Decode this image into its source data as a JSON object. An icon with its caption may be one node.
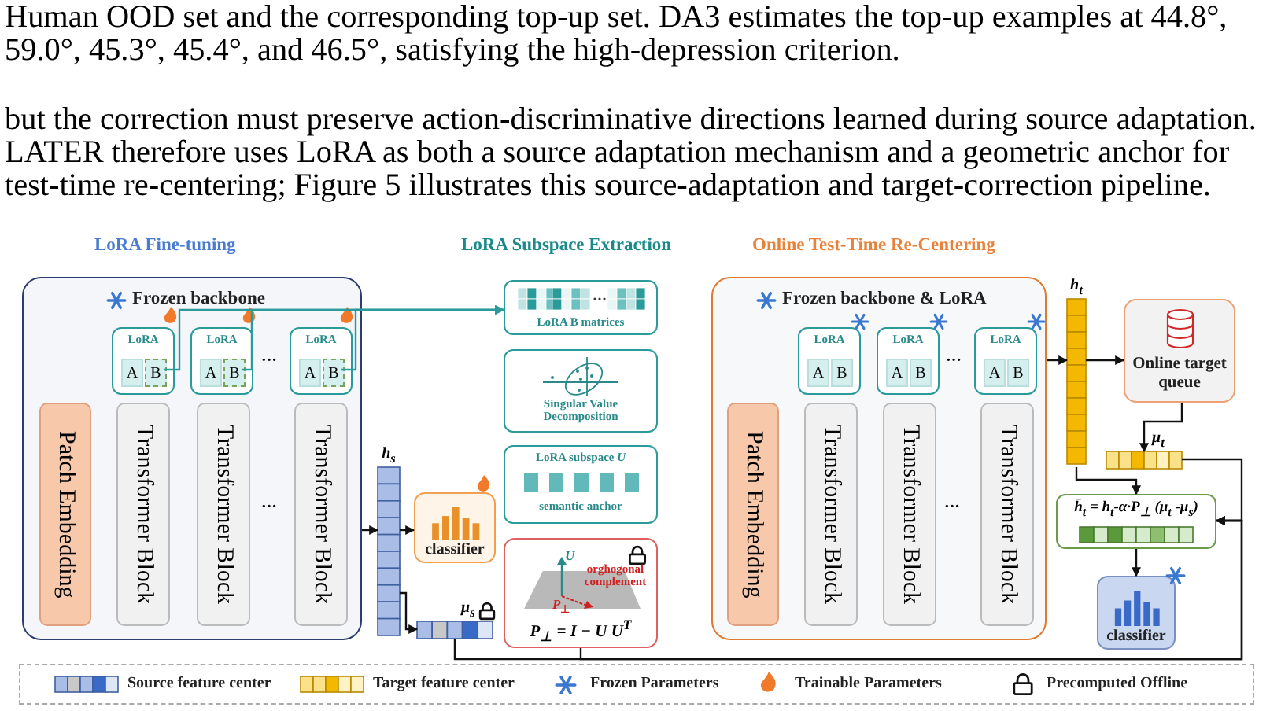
{
  "diagram": {
    "nodes": [
      {
        "text": [
          "Frozen backbone"
        ]
      },
      {
        "text": [
          "Patch Embedding"
        ],
        "in": 0
      },
      {
        "text": [
          "LoRA"
        ],
        "in": 0
      },
      {
        "text": [
          "A"
        ],
        "in": 2
      },
      {
        "text": [
          "B"
        ],
        "in": 2
      },
      {
        "text": [
          "LoRA"
        ],
        "in": 0
      },
      {
        "text": [
          "A"
        ],
        "in": 5
      },
      {
        "text": [
          "B"
        ],
        "in": 5
      },
      {
        "text": [
          "LoRA"
        ],
        "in": 0
      },
      {
        "text": [
          "A"
        ],
        "in": 8
      },
      {
        "text": [
          "B"
        ],
        "in": 8
      },
      {
        "text": [
          "Transformer Block"
        ],
        "in": 0
      },
      {
        "text": [
          "Transformer Block"
        ],
        "in": 0
      },
      {
        "text": [
          "Transformer Block"
        ],
        "in": 0
      },
      {
        "text": [
          "h$_{s}$"
        ]
      },
      {
        "text": [
          "classifier"
        ]
      },
      {
        "text": [
          "μ$_{s}$"
        ]
      },
      {
        "text": [
          "LoRA B matrices"
        ]
      },
      {
        "text": [
          "Singular Value Decomposition"
        ]
      },
      {
        "text": [
          "LoRA subspace *U*",
          "semantic anchor"
        ]
      },
      {
        "text": [
          "*U*",
          "orghogonal complement",
          "*P*$_{⊥}$",
          "*P*$_{⊥}$ = *I* − *U U*$^{T}$"
        ]
      },
      {
        "text": [
          "Frozen backbone & LoRA"
        ]
      },
      {
        "text": [
          "Patch Embedding"
        ],
        "in": 21
      },
      {
        "text": [
          "LoRA"
        ],
        "in": 21
      },
      {
        "text": [
          "A"
        ],
        "in": 23
      },
      {
        "text": [
          "B"
        ],
        "in": 23
      },
      {
        "text": [
          "LoRA"
        ],
        "in": 21
      },
      {
        "text": [
          "A"
        ],
        "in": 26
      },
      {
        "text": [
          "B"
        ],
        "in": 26
      },
      {
        "text": [
          "LoRA"
        ],
        "in": 21
      },
      {
        "text": [
          "A"
        ],
        "in": 29
      },
      {
        "text": [
          "B"
        ],
        "in": 29
      },
      {
        "text": [
          "Transformer Block"
        ],
        "in": 21
      },
      {
        "text": [
          "Transformer Block"
        ],
        "in": 21
      },
      {
        "text": [
          "Transformer Block"
        ],
        "in": 21
      },
      {
        "text": [
          "h$_{t}$"
        ]
      },
      {
        "text": [
          "Online target queue"
        ]
      },
      {
        "text": [
          "μ$_{t}$"
        ]
      },
      {
        "text": [
          "h̄$_{t}$ = h$_{t}$-α·P$_{⊥}$ (μ$_{t}$ -μ$_{s}$)"
        ]
      },
      {
        "text": [
          "classifier"
        ]
      }
    ],
    "edges": [
      {
        "from": 4,
        "to": 17,
        "arrow": "to",
        "color": "#2a9a9a"
      },
      {
        "from": 7,
        "to": 17,
        "arrow": "to",
        "color": "#2a9a9a"
      },
      {
        "from": 10,
        "to": 17,
        "arrow": "to",
        "color": "#2a9a9a"
      },
      {
        "from": 0,
        "to": 14,
        "arrow": "to"
      },
      {
        "from": 14,
        "to": 15,
        "arrow": "to"
      },
      {
        "from": 14,
        "to": 16,
        "arrow": "to"
      },
      {
        "from": 16,
        "to": 38,
        "arrow": "to"
      },
      {
        "from": 20,
        "to": 38,
        "arrow": "to"
      },
      {
        "from": 21,
        "to": 35,
        "arrow": "to"
      },
      {
        "from": 35,
        "to": 36,
        "arrow": "to"
      },
      {
        "from": 36,
        "to": 37,
        "arrow": "to"
      },
      {
        "from": 37,
        "to": 38,
        "arrow": "to"
      },
      {
        "from": 35,
        "to": 38,
        "arrow": "to"
      },
      {
        "from": 38,
        "to": 39,
        "arrow": "to"
      }
    ],
    "labels": [
      "Human OOD set and the corresponding top-up set. DA3 estimates the top-up examples at 44.8°, 59.0°, 45.3°, 45.4°, and 46.5°, satisfying the high-depression criterion.",
      "but the correction must preserve action-discriminative directions learned during source adaptation. LATER therefore uses LoRA as both a source adaptation mechanism and a geometric anchor for test-time re-centering; Figure 5 illustrates this source-adaptation and target-correction pipeline.",
      "LoRA Fine-tuning",
      "LoRA Subspace Extraction",
      "Online Test-Time Re-Centering",
      "···",
      "···",
      "···",
      "···"
    ],
    "legend": [
      {
        "text": "Source feature center"
      },
      {
        "text": "Target feature center"
      },
      {
        "text": "Frozen Parameters"
      },
      {
        "text": "Trainable Parameters"
      },
      {
        "text": "Precomputed Offline"
      }
    ]
  }
}
